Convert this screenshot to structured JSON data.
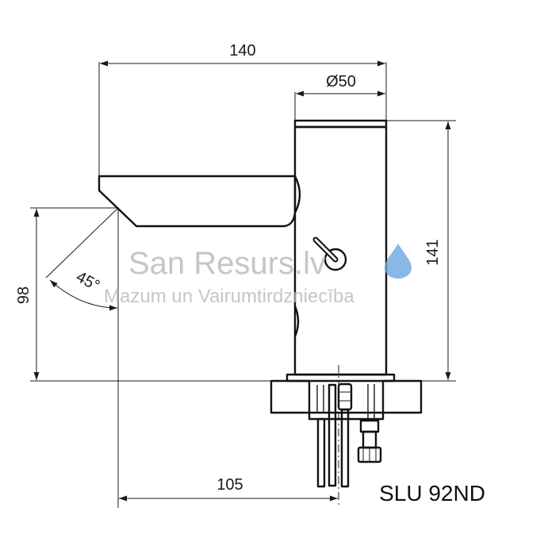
{
  "dimensions": {
    "total_width": "140",
    "body_diameter": "Ø50",
    "body_height": "141",
    "spout_height": "98",
    "spout_reach": "105",
    "spout_angle": "45°"
  },
  "model_label": "SLU 92ND",
  "watermark": {
    "brand": "San Resurs.lv",
    "tagline": "Mazum un Vairumtirdzniecība",
    "drop_color": "#6aa8e0"
  },
  "colors": {
    "line": "#1a1a1a",
    "watermark": "#b4b4b4"
  }
}
